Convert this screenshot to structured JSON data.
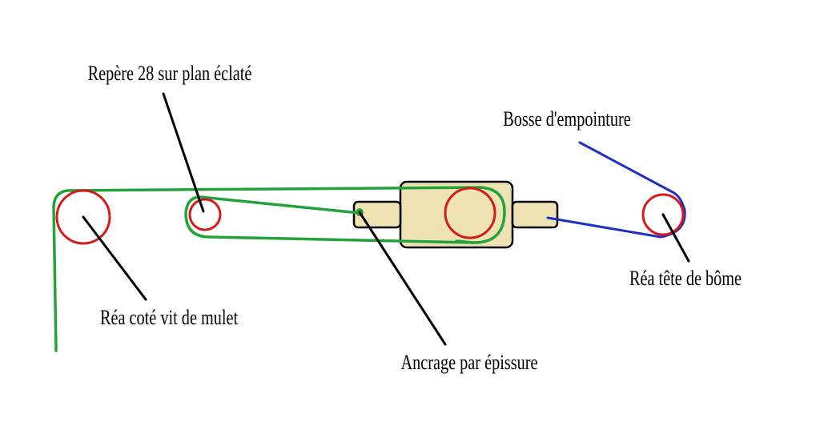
{
  "labels": {
    "repere": "Repère 28 sur plan éclaté",
    "bosse": "Bosse d'empointure",
    "rea_cote": "Réa coté vit de mulet",
    "ancrage": "Ancrage par épissure",
    "rea_tete": "Réa tête de bôme"
  },
  "colors": {
    "background": "#ffffff",
    "rope_green": "#22a33c",
    "rope_blue": "#1f2fc4",
    "sheave_red": "#d61a1a",
    "block_fill": "#efe3b4",
    "block_stroke": "#000000",
    "leader_line": "#000000",
    "anchor_dot": "#22a33c"
  }
}
